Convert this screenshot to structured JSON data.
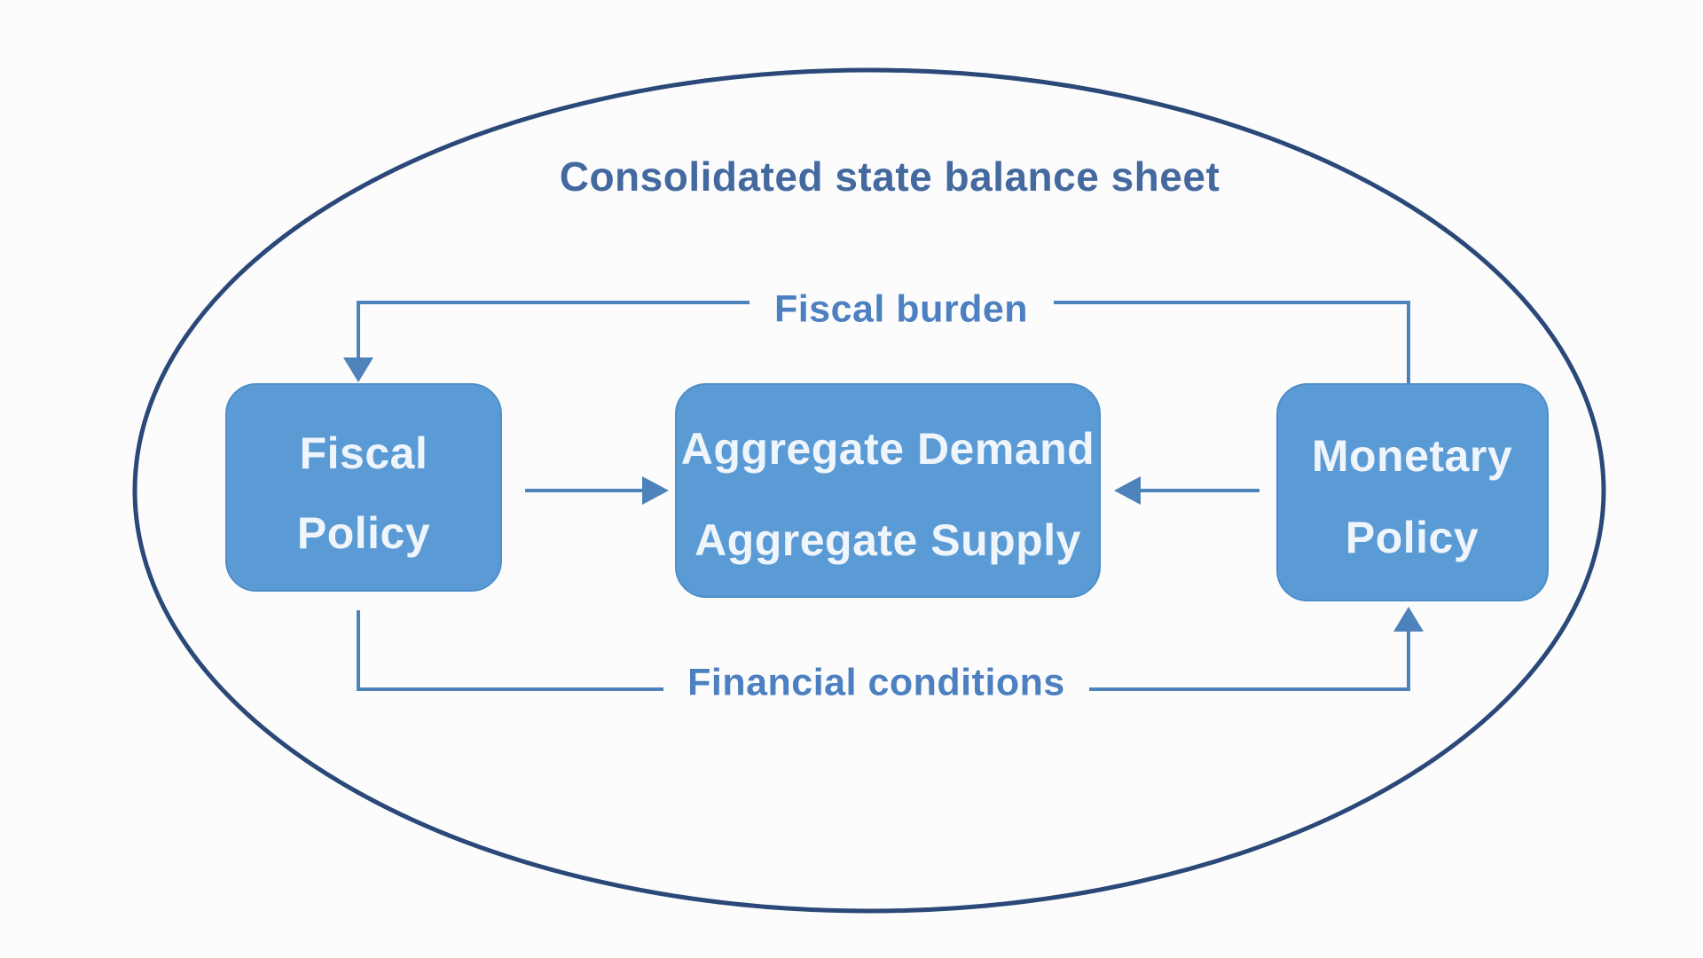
{
  "title": "Consolidated state balance sheet",
  "labels": {
    "top_feedback": "Fiscal burden",
    "bottom_feedback": "Financial conditions"
  },
  "boxes": {
    "fiscal": {
      "line1": "Fiscal",
      "line2": "Policy"
    },
    "aggregate": {
      "line1": "Aggregate Demand",
      "line2": "Aggregate Supply"
    },
    "monetary": {
      "line1": "Monetary",
      "line2": "Policy"
    }
  },
  "colors": {
    "background": "#fcfcfd",
    "ellipse-stroke": "#2a4878",
    "box-fill": "#5b9bd5",
    "box-stroke": "#4e8fc9",
    "box-text": "#eff5fb",
    "connector": "#4e82ba",
    "title-text": "#44699e",
    "label-text": "#4d80c0"
  }
}
